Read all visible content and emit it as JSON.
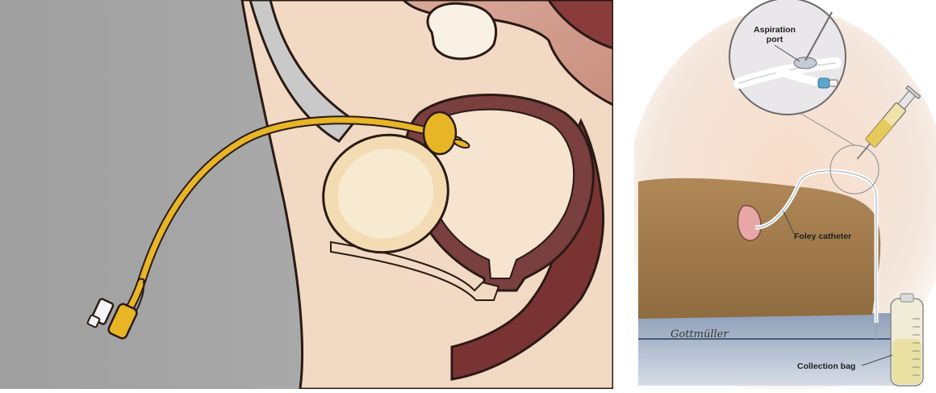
{
  "left_illustration": {
    "subject": "foley-catheter-in-bladder"
  },
  "right_illustration": {
    "labels": {
      "aspiration_port": [
        "Aspiration",
        "port"
      ],
      "foley_catheter": "Foley catheter",
      "collection_bag": "Collection bag"
    },
    "signature": "Gottmüller"
  },
  "colors": {
    "catheter_yellow": "#e8b526",
    "tissue_peach": "#f1d9c4",
    "bladder_wall": "#7a3f3f",
    "background_grey": "#a9a9a9",
    "skin_tan": "#a77e50",
    "urine_yellow": "#e9e0a2"
  }
}
